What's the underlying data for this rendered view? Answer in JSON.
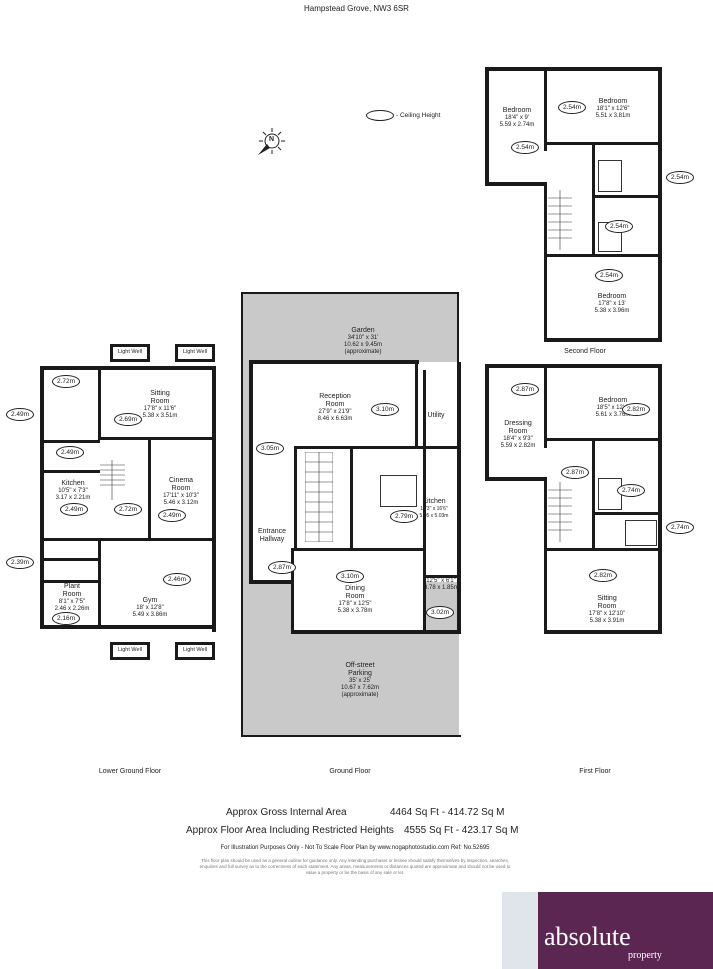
{
  "title": "Hampstead Grove, NW3 6SR",
  "legend_label": "- Ceiling Height",
  "compass_letter": "N",
  "floors": {
    "lower_ground": "Lower Ground Floor",
    "ground": "Ground Floor",
    "first": "First Floor",
    "second": "Second Floor"
  },
  "light_wells": [
    "Light Well",
    "Light Well",
    "Light Well",
    "Light Well"
  ],
  "rooms": {
    "sitting_lg": {
      "name": "Sitting\nRoom",
      "dim": "17'8\" x 11'6\"\n5.38 x 3.51m"
    },
    "kitchen_lg": {
      "name": "Kitchen",
      "dim": "10'5\" x 7'3\"\n3.17 x 2.21m"
    },
    "cinema": {
      "name": "Cinema\nRoom",
      "dim": "17'11\" x 10'3\"\n5.46 x 3.12m"
    },
    "gym": {
      "name": "Gym",
      "dim": "18' x 12'8\"\n5.49 x 3.86m"
    },
    "plant": {
      "name": "Plant\nRoom",
      "dim": "8'1\" x 7'5\"\n2.46 x 2.26m"
    },
    "garden": {
      "name": "Garden",
      "dim": "34'10\" x 31'\n10.62 x 9.45m\n(approximate)"
    },
    "reception": {
      "name": "Reception\nRoom",
      "dim": "27'9\" x 21'9\"\n8.46 x 6.63m"
    },
    "utility": {
      "name": "Utility",
      "dim": ""
    },
    "entrance": {
      "name": "Entrance\nHallway",
      "dim": ""
    },
    "kitchen_g": {
      "name": "Kitchen",
      "dim": "16'3\" x 16'6\"\n5.05 x 5.03m"
    },
    "dining": {
      "name": "Dining\nRoom",
      "dim": "17'8\" x 12'5\"\n5.38 x 3.78m"
    },
    "store": {
      "name": "12'5\" x 6'1\"",
      "dim": "3.78 x 1.85m"
    },
    "parking": {
      "name": "Off-street\nParking",
      "dim": "35' x 25'\n10.67 x 7.62m\n(approximate)"
    },
    "bed_2a": {
      "name": "Bedroom",
      "dim": "18'4\" x 9'\n5.59 x 2.74m"
    },
    "bed_2b": {
      "name": "Bedroom",
      "dim": "18'1\" x 12'6\"\n5.51 x 3.81m"
    },
    "bed_2c": {
      "name": "Bedroom",
      "dim": "17'8\" x 13'\n5.38 x 3.96m"
    },
    "dressing": {
      "name": "Dressing\nRoom",
      "dim": "18'4\" x 9'3\"\n5.59 x 2.82m"
    },
    "bed_1": {
      "name": "Bedroom",
      "dim": "18'5\" x 12'4\"\n5.61 x 3.76m"
    },
    "sitting_1": {
      "name": "Sitting\nRoom",
      "dim": "17'8\" x 12'10\"\n5.38 x 3.91m"
    }
  },
  "ceiling_heights": {
    "lg_a": "2.72m",
    "lg_b": "2.49m",
    "lg_c": "2.69m",
    "lg_d": "2.49m",
    "lg_e": "2.49m",
    "lg_f": "2.72m",
    "lg_g": "2.49m",
    "lg_h": "2.39m",
    "lg_i": "2.46m",
    "lg_j": "2.16m",
    "g_a": "3.10m",
    "g_b": "3.05m",
    "g_c": "2.79m",
    "g_d": "2.87m",
    "g_e": "3.10m",
    "g_f": "3.02m",
    "s_a": "2.54m",
    "s_b": "2.54m",
    "s_c": "2.54m",
    "s_d": "2.54m",
    "s_e": "2.54m",
    "f_a": "2.87m",
    "f_b": "2.82m",
    "f_c": "2.87m",
    "f_d": "2.74m",
    "f_e": "2.74m",
    "f_f": "2.82m"
  },
  "areas": {
    "gross_label": "Approx Gross Internal Area",
    "gross_value": "4464 Sq Ft  -  414.72 Sq M",
    "restricted_label": "Approx Floor Area Including Restricted Heights",
    "restricted_value": "4555 Sq Ft  -  423.17 Sq M"
  },
  "disclaimer": "For Illustration Purposes Only - Not To Scale   Floor Plan by www.nogaphotostudio.com   Ref: No.52695",
  "fine_print": "This floor plan should be used as a general outline for guidance only. Any intending purchaser or lessee should satisfy themselves by inspection, searches, enquiries and full survey as to the correctness of each statement. Any areas, measurements or distances quoted are approximate and should not be used to value a property or be the basis of any sale or let.",
  "logo": {
    "word": "absolute",
    "sub": "property"
  }
}
